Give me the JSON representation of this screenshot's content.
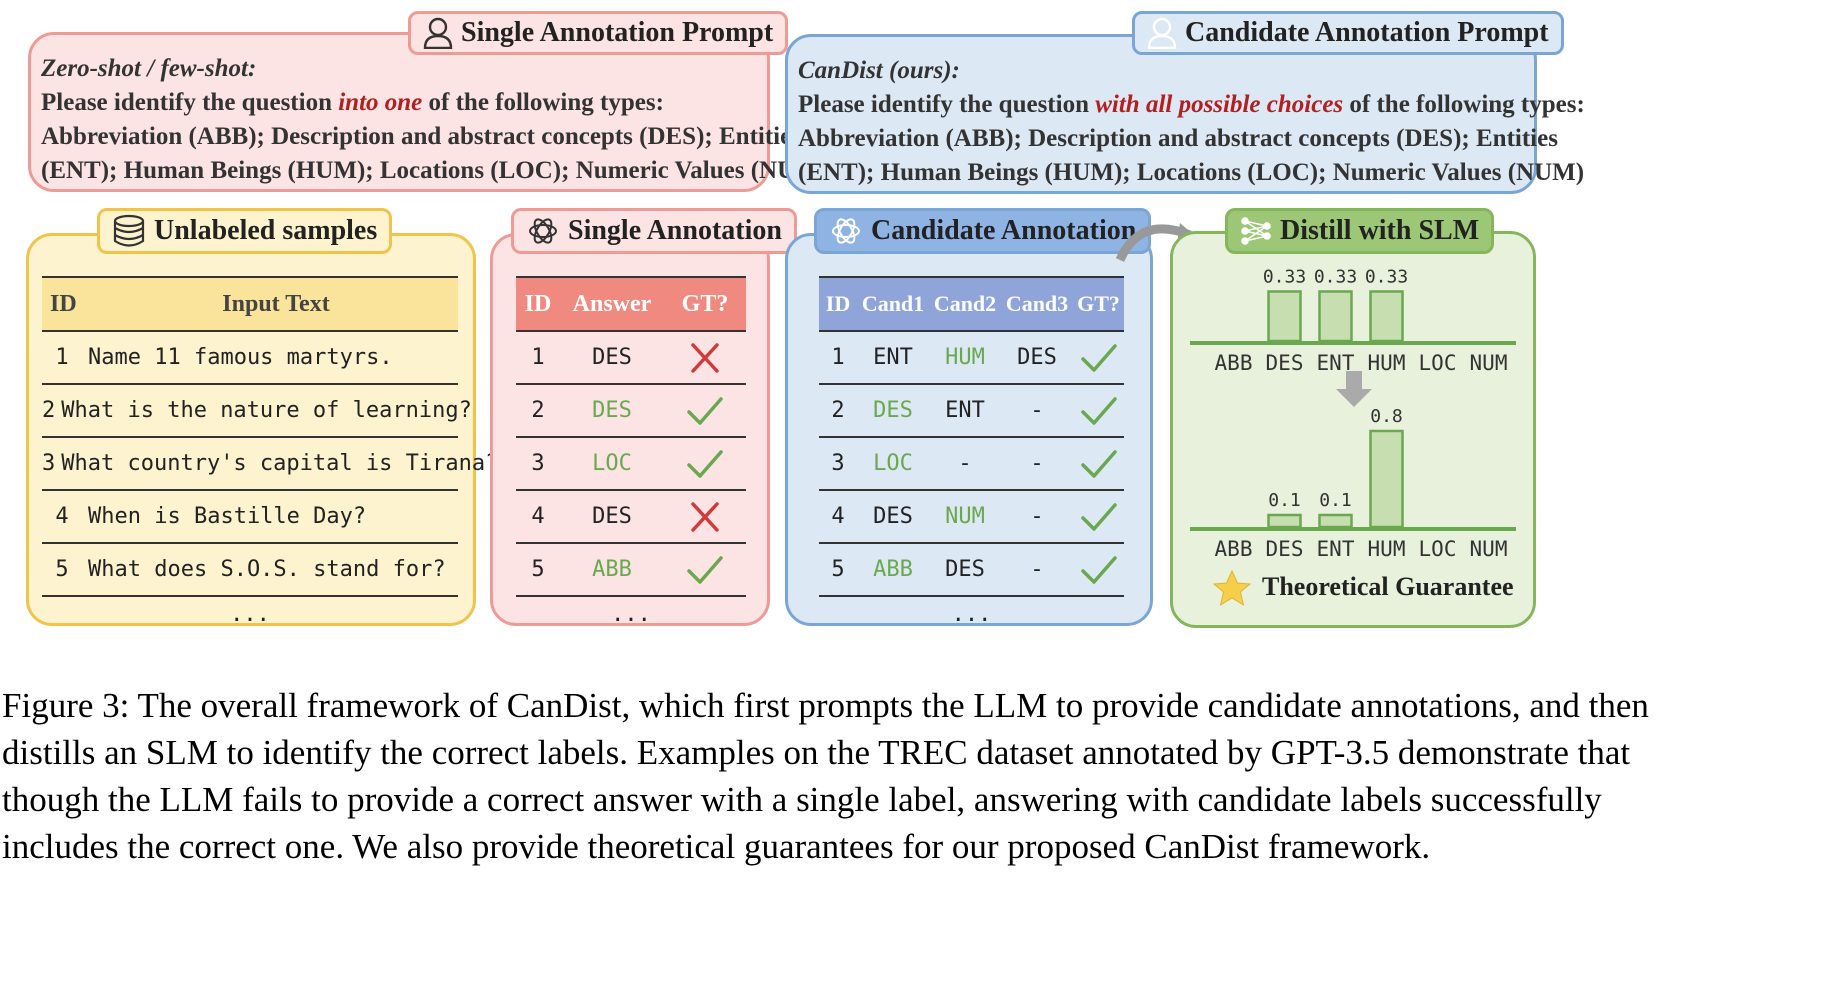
{
  "single_prompt": {
    "title": "Single Annotation Prompt",
    "mode": "Zero-shot / few-shot:",
    "line_pre": "Please identify the question ",
    "line_hl": "into one",
    "line_post": " of the following types:",
    "types_1": "Abbreviation (ABB); Description and abstract concepts (DES); Entities",
    "types_2": "(ENT); Human Beings (HUM); Locations (LOC); Numeric Values (NUM)"
  },
  "candidate_prompt": {
    "title": "Candidate Annotation Prompt",
    "mode": "CanDist (ours):",
    "line_pre": "Please identify the question ",
    "line_hl": "with all possible choices",
    "line_post": " of the following types:",
    "types_1": "Abbreviation (ABB); Description and abstract concepts (DES); Entities",
    "types_2": "(ENT); Human Beings (HUM); Locations (LOC); Numeric Values (NUM)"
  },
  "unlabeled": {
    "title": "Unlabeled samples",
    "headers": [
      "ID",
      "Input Text"
    ],
    "rows": [
      {
        "id": "1",
        "text": "Name 11 famous martyrs."
      },
      {
        "id": "2",
        "text": "What is the nature of learning?"
      },
      {
        "id": "3",
        "text": "What country's capital is Tirana?"
      },
      {
        "id": "4",
        "text": "When is Bastille Day?"
      },
      {
        "id": "5",
        "text": "What does S.O.S. stand for?"
      }
    ],
    "ellipsis": "..."
  },
  "single_annotation": {
    "title": "Single Annotation",
    "headers": [
      "ID",
      "Answer",
      "GT?"
    ],
    "rows": [
      {
        "id": "1",
        "answer": "DES",
        "gt": "cross"
      },
      {
        "id": "2",
        "answer": "DES",
        "gt": "check"
      },
      {
        "id": "3",
        "answer": "LOC",
        "gt": "check"
      },
      {
        "id": "4",
        "answer": "DES",
        "gt": "cross"
      },
      {
        "id": "5",
        "answer": "ABB",
        "gt": "check"
      }
    ],
    "ellipsis": "..."
  },
  "candidate_annotation": {
    "title": "Candidate Annotation",
    "headers": [
      "ID",
      "Cand1",
      "Cand2",
      "Cand3",
      "GT?"
    ],
    "rows": [
      {
        "id": "1",
        "c1": "ENT",
        "c2": "HUM",
        "c3": "DES",
        "gt": "check"
      },
      {
        "id": "2",
        "c1": "DES",
        "c2": "ENT",
        "c3": "-",
        "gt": "check"
      },
      {
        "id": "3",
        "c1": "LOC",
        "c2": "-",
        "c3": "-",
        "gt": "check"
      },
      {
        "id": "4",
        "c1": "DES",
        "c2": "NUM",
        "c3": "-",
        "gt": "check"
      },
      {
        "id": "5",
        "c1": "ABB",
        "c2": "DES",
        "c3": "-",
        "gt": "check"
      }
    ],
    "ellipsis": "..."
  },
  "distill": {
    "title": "Distill with SLM",
    "guarantee": "Theoretical Guarantee"
  },
  "chart_data": [
    {
      "type": "bar",
      "categories": [
        "ABB",
        "DES",
        "ENT",
        "HUM",
        "LOC",
        "NUM"
      ],
      "values": [
        0,
        0.33,
        0.33,
        0.33,
        0,
        0
      ],
      "labels": [
        "",
        "0.33",
        "0.33",
        "0.33",
        "",
        ""
      ]
    },
    {
      "type": "bar",
      "categories": [
        "ABB",
        "DES",
        "ENT",
        "HUM",
        "LOC",
        "NUM"
      ],
      "values": [
        0,
        0.1,
        0.1,
        0.8,
        0,
        0
      ],
      "labels": [
        "",
        "0.1",
        "0.1",
        "0.8",
        "",
        ""
      ]
    }
  ],
  "colors": {
    "red_accent": "#b02020",
    "green_label": "#6aa84f",
    "cross": "#d23a3a",
    "check": "#6aa84f",
    "single_header": "#f08a80",
    "candidate_header": "#8fa4d8",
    "unlabeled_header": "#fae39a",
    "bar_fill": "#c7dfb0",
    "bar_stroke": "#6aa84f"
  },
  "caption": {
    "l1": "Figure 3: The overall framework of CanDist, which first prompts the LLM to provide candidate annotations, and then",
    "l2": "distills an SLM to identify the correct labels. Examples on the TREC dataset annotated by GPT-3.5 demonstrate that",
    "l3": "though the LLM fails to provide a correct answer with a single label, answering with candidate labels successfully",
    "l4": "includes the correct one. We also provide theoretical guarantees for our proposed CanDist framework."
  }
}
